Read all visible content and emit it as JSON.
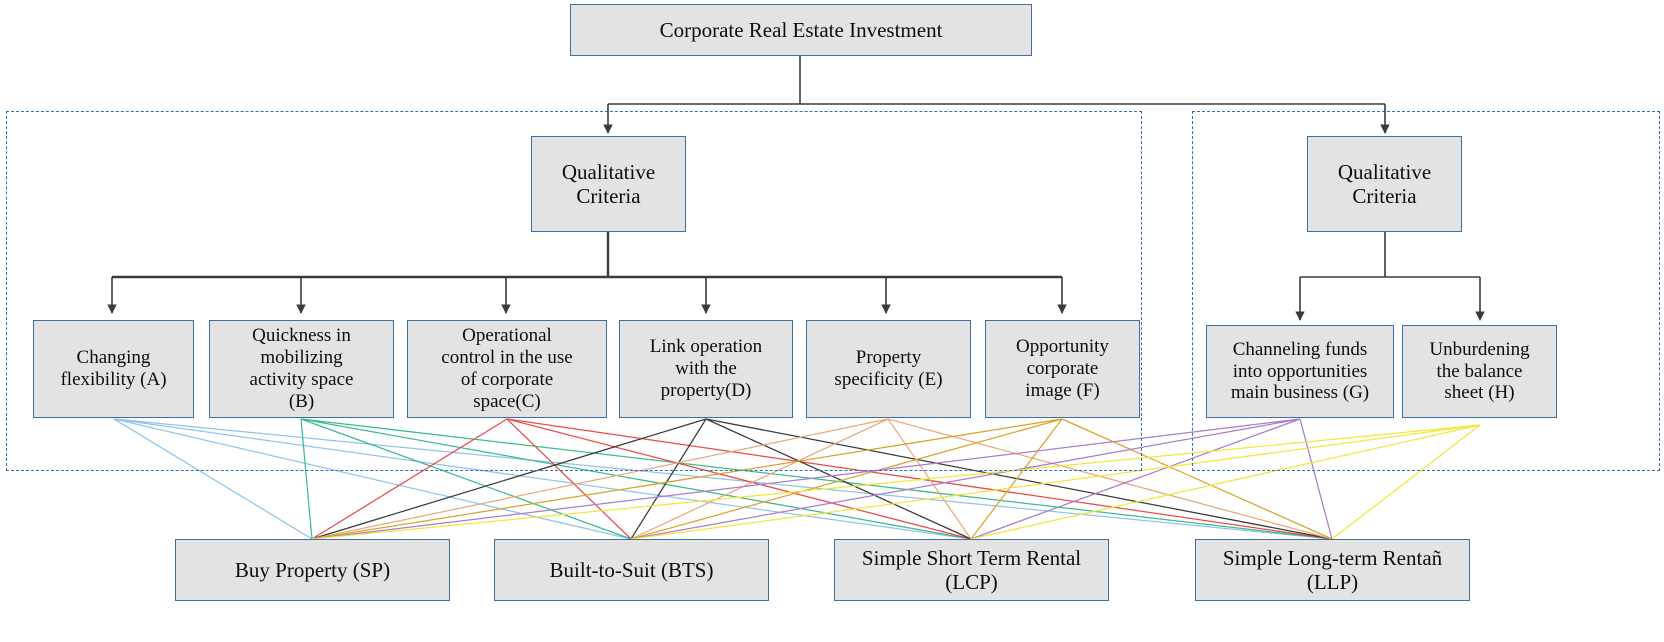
{
  "diagram": {
    "title": "Corporate Real Estate Investment Hierarchy",
    "type": "ahp-hierarchy",
    "colors": {
      "box_fill": "#e3e3e3",
      "box_border": "#3d6fa5",
      "group_frame": "#2f6fb5",
      "edge": "#3b3b3b",
      "text": "#0d0d0d"
    },
    "root": {
      "label": "Corporate Real Estate Investment"
    },
    "criteria_heads": [
      {
        "id": "qc-left",
        "label": "Qualitative\nCriteria"
      },
      {
        "id": "qc-right",
        "label": "Qualitative\nCriteria"
      }
    ],
    "criteria": [
      {
        "id": "A",
        "label": "Changing\nflexibility (A)"
      },
      {
        "id": "B",
        "label": "Quickness in\nmobilizing\nactivity space\n(B)"
      },
      {
        "id": "C",
        "label": "Operational\ncontrol in the use\nof corporate\nspace(C)"
      },
      {
        "id": "D",
        "label": "Link operation\nwith the\nproperty(D)"
      },
      {
        "id": "E",
        "label": "Property\nspecificity (E)"
      },
      {
        "id": "F",
        "label": "Opportunity\ncorporate\nimage (F)"
      },
      {
        "id": "G",
        "label": "Channeling funds\ninto opportunities\nmain business (G)"
      },
      {
        "id": "H",
        "label": "Unburdening\nthe balance\nsheet (H)"
      }
    ],
    "alternatives": [
      {
        "id": "SP",
        "label": "Buy Property (SP)"
      },
      {
        "id": "BTS",
        "label": "Built-to-Suit (BTS)"
      },
      {
        "id": "LCP",
        "label": "Simple Short Term Rental\n(LCP)"
      },
      {
        "id": "LLP",
        "label": "Simple Long-term Rentañ\n(LLP)"
      }
    ],
    "link_colors": [
      "#8fc4e8",
      "#3dbb8d",
      "#ea4a4a",
      "#3a3a3a",
      "#e8a97a",
      "#d9a32a",
      "#a97ccc",
      "#f2e63a"
    ]
  }
}
